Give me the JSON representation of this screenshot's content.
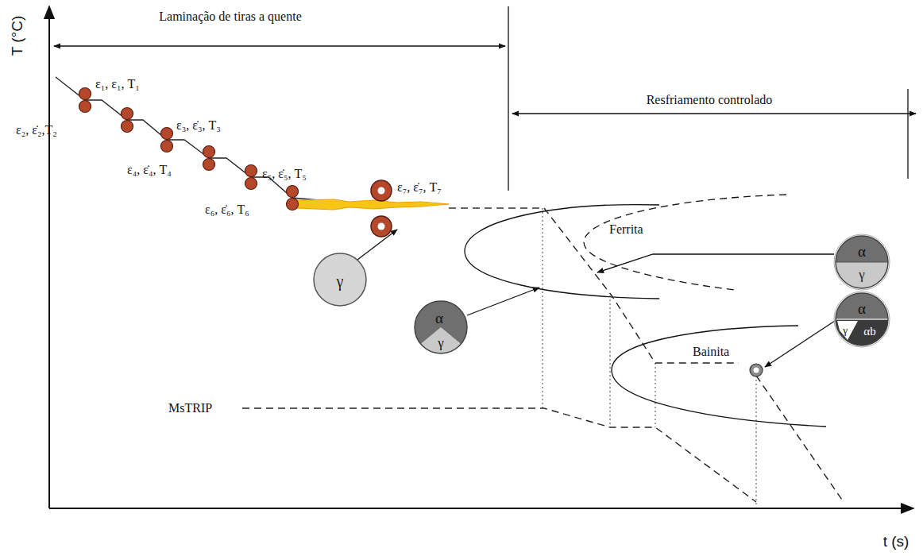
{
  "diagram": {
    "nodes": [
      {
        "text": [
          "γ"
        ]
      },
      {
        "text": [
          "α",
          "γ"
        ]
      },
      {
        "text": [
          "α",
          "γ"
        ]
      },
      {
        "text": [
          "α",
          "γ",
          "αb"
        ]
      }
    ],
    "labels": [
      "T (°C)",
      "t (s)",
      "Laminação de tiras a quente",
      "Resfriamento controlado",
      "ε₁, ε₁, T₁",
      "ε₂, ε̇₂,T₂",
      "ε₃, ε̇₃, T₃",
      "ε₄, ε̇₄, T₄",
      "ε₅, ε̇₅, T₅",
      "ε₆, ε̇₆, T₆",
      "ε₇, ε̇₇, T₇",
      "Ferrita",
      "Bainita",
      "MsTRIP"
    ]
  }
}
